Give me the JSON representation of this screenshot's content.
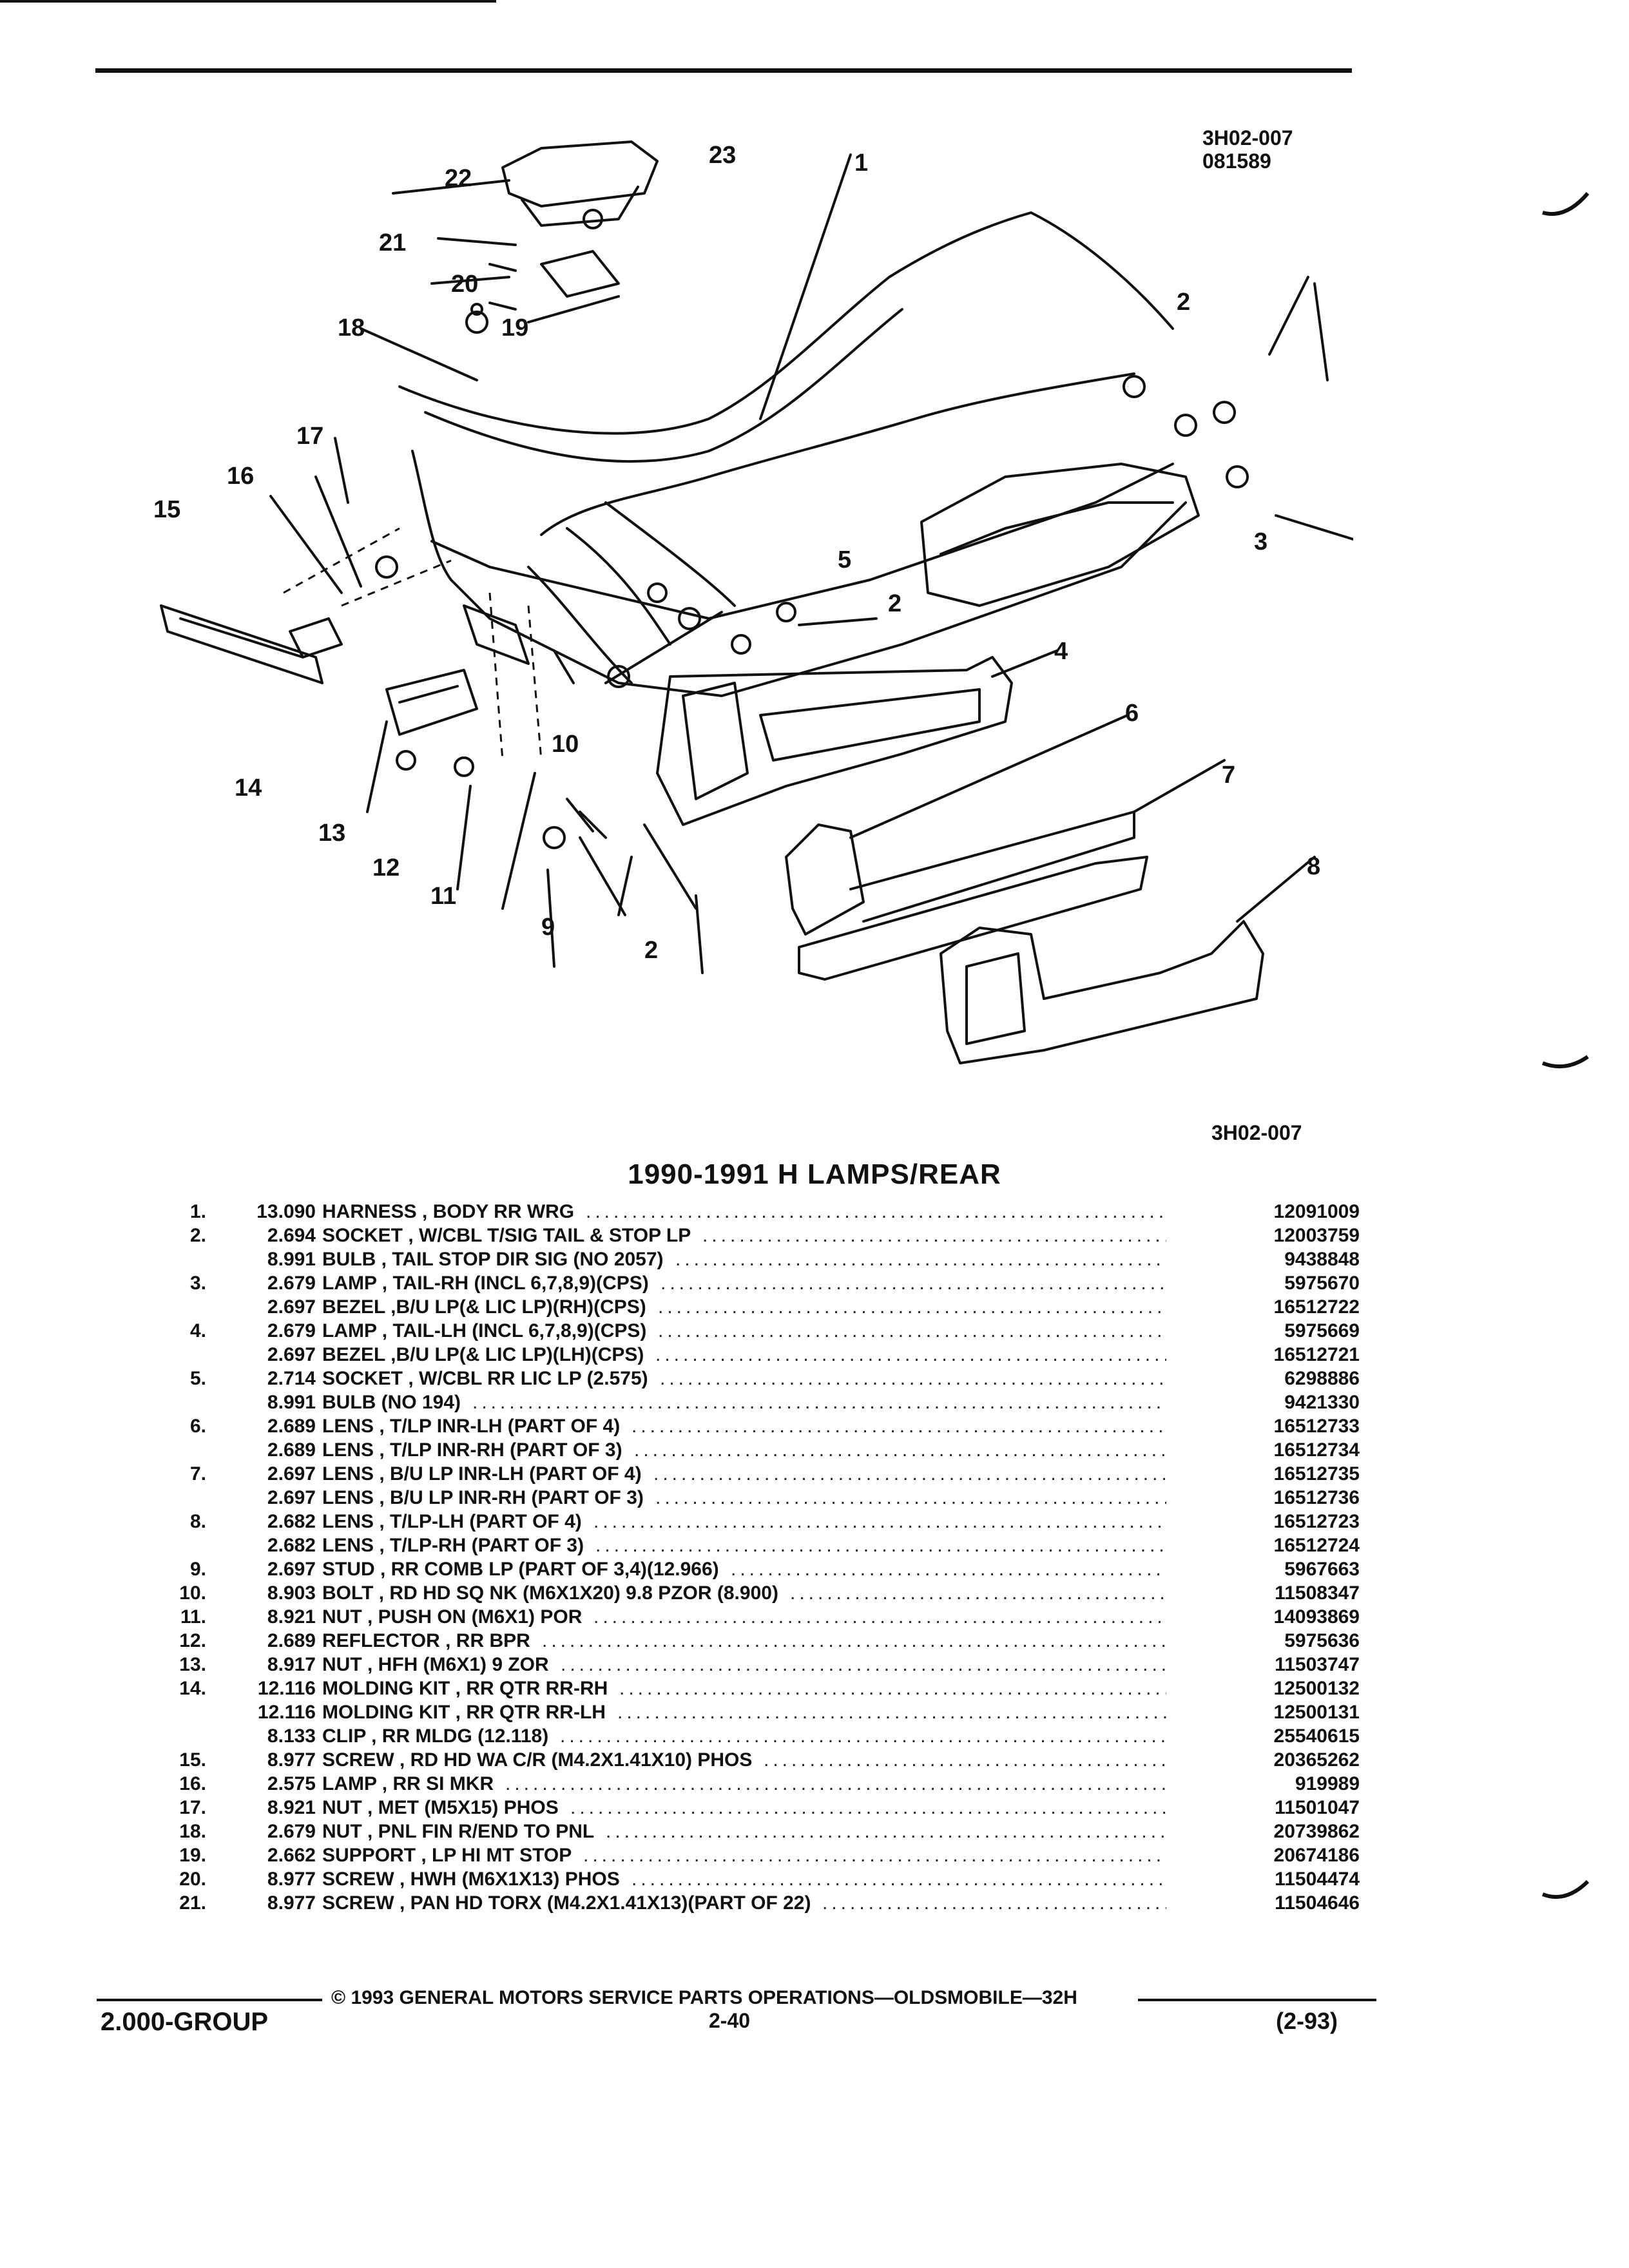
{
  "header": {
    "code_top": "3H02-007",
    "date_code": "081589",
    "code_bottom": "3H02-007"
  },
  "diagram": {
    "callouts": [
      "1",
      "2",
      "2",
      "2",
      "3",
      "4",
      "5",
      "6",
      "7",
      "8",
      "9",
      "10",
      "11",
      "12",
      "13",
      "14",
      "15",
      "16",
      "17",
      "18",
      "19",
      "20",
      "21",
      "22",
      "23"
    ]
  },
  "title": "1990-1991 H LAMPS/REAR",
  "parts": [
    {
      "num": "1.",
      "group": "13.090",
      "desc": "HARNESS , BODY RR WRG",
      "part": "12091009"
    },
    {
      "num": "2.",
      "group": "2.694",
      "desc": "SOCKET , W/CBL T/SIG TAIL & STOP LP",
      "part": "12003759"
    },
    {
      "num": "",
      "group": "8.991",
      "desc": "BULB , TAIL STOP DIR SIG (NO 2057)",
      "part": "9438848"
    },
    {
      "num": "3.",
      "group": "2.679",
      "desc": "LAMP , TAIL-RH (INCL 6,7,8,9)(CPS)",
      "part": "5975670"
    },
    {
      "num": "",
      "group": "2.697",
      "desc": "BEZEL ,B/U LP(& LIC LP)(RH)(CPS)",
      "part": "16512722"
    },
    {
      "num": "4.",
      "group": "2.679",
      "desc": "LAMP , TAIL-LH (INCL 6,7,8,9)(CPS)",
      "part": "5975669"
    },
    {
      "num": "",
      "group": "2.697",
      "desc": "BEZEL ,B/U LP(& LIC LP)(LH)(CPS)",
      "part": "16512721"
    },
    {
      "num": "5.",
      "group": "2.714",
      "desc": "SOCKET , W/CBL RR LIC LP (2.575)",
      "part": "6298886"
    },
    {
      "num": "",
      "group": "8.991",
      "desc": "BULB (NO 194)",
      "part": "9421330"
    },
    {
      "num": "6.",
      "group": "2.689",
      "desc": "LENS , T/LP INR-LH (PART OF 4)",
      "part": "16512733"
    },
    {
      "num": "",
      "group": "2.689",
      "desc": "LENS , T/LP INR-RH (PART OF 3)",
      "part": "16512734"
    },
    {
      "num": "7.",
      "group": "2.697",
      "desc": "LENS , B/U LP INR-LH (PART OF 4)",
      "part": "16512735"
    },
    {
      "num": "",
      "group": "2.697",
      "desc": "LENS , B/U LP INR-RH (PART OF 3)",
      "part": "16512736"
    },
    {
      "num": "8.",
      "group": "2.682",
      "desc": "LENS , T/LP-LH (PART OF 4)",
      "part": "16512723"
    },
    {
      "num": "",
      "group": "2.682",
      "desc": "LENS , T/LP-RH (PART OF 3)",
      "part": "16512724"
    },
    {
      "num": "9.",
      "group": "2.697",
      "desc": "STUD , RR COMB LP (PART OF 3,4)(12.966)",
      "part": "5967663"
    },
    {
      "num": "10.",
      "group": "8.903",
      "desc": "BOLT , RD HD SQ NK (M6X1X20) 9.8 PZOR (8.900)",
      "part": "11508347"
    },
    {
      "num": "11.",
      "group": "8.921",
      "desc": "NUT , PUSH ON (M6X1) POR",
      "part": "14093869"
    },
    {
      "num": "12.",
      "group": "2.689",
      "desc": "REFLECTOR , RR BPR",
      "part": "5975636"
    },
    {
      "num": "13.",
      "group": "8.917",
      "desc": "NUT , HFH (M6X1) 9 ZOR",
      "part": "11503747"
    },
    {
      "num": "14.",
      "group": "12.116",
      "desc": "MOLDING KIT , RR QTR RR-RH",
      "part": "12500132"
    },
    {
      "num": "",
      "group": "12.116",
      "desc": "MOLDING KIT , RR QTR RR-LH",
      "part": "12500131"
    },
    {
      "num": "",
      "group": "8.133",
      "desc": "CLIP , RR MLDG (12.118)",
      "part": "25540615"
    },
    {
      "num": "15.",
      "group": "8.977",
      "desc": "SCREW , RD HD WA C/R (M4.2X1.41X10) PHOS",
      "part": "20365262"
    },
    {
      "num": "16.",
      "group": "2.575",
      "desc": "LAMP , RR SI MKR",
      "part": "919989"
    },
    {
      "num": "17.",
      "group": "8.921",
      "desc": "NUT , MET (M5X15) PHOS",
      "part": "11501047"
    },
    {
      "num": "18.",
      "group": "2.679",
      "desc": "NUT , PNL FIN R/END TO PNL",
      "part": "20739862"
    },
    {
      "num": "19.",
      "group": "2.662",
      "desc": "SUPPORT , LP HI MT STOP",
      "part": "20674186"
    },
    {
      "num": "20.",
      "group": "8.977",
      "desc": "SCREW , HWH (M6X1X13) PHOS",
      "part": "11504474"
    },
    {
      "num": "21.",
      "group": "8.977",
      "desc": "SCREW , PAN HD TORX (M4.2X1.41X13)(PART OF 22)",
      "part": "11504646"
    }
  ],
  "footer": {
    "copyright": "© 1993 GENERAL MOTORS SERVICE PARTS OPERATIONS—OLDSMOBILE—32H",
    "group": "2.000-GROUP",
    "page": "2-40",
    "rev": "(2-93)"
  }
}
